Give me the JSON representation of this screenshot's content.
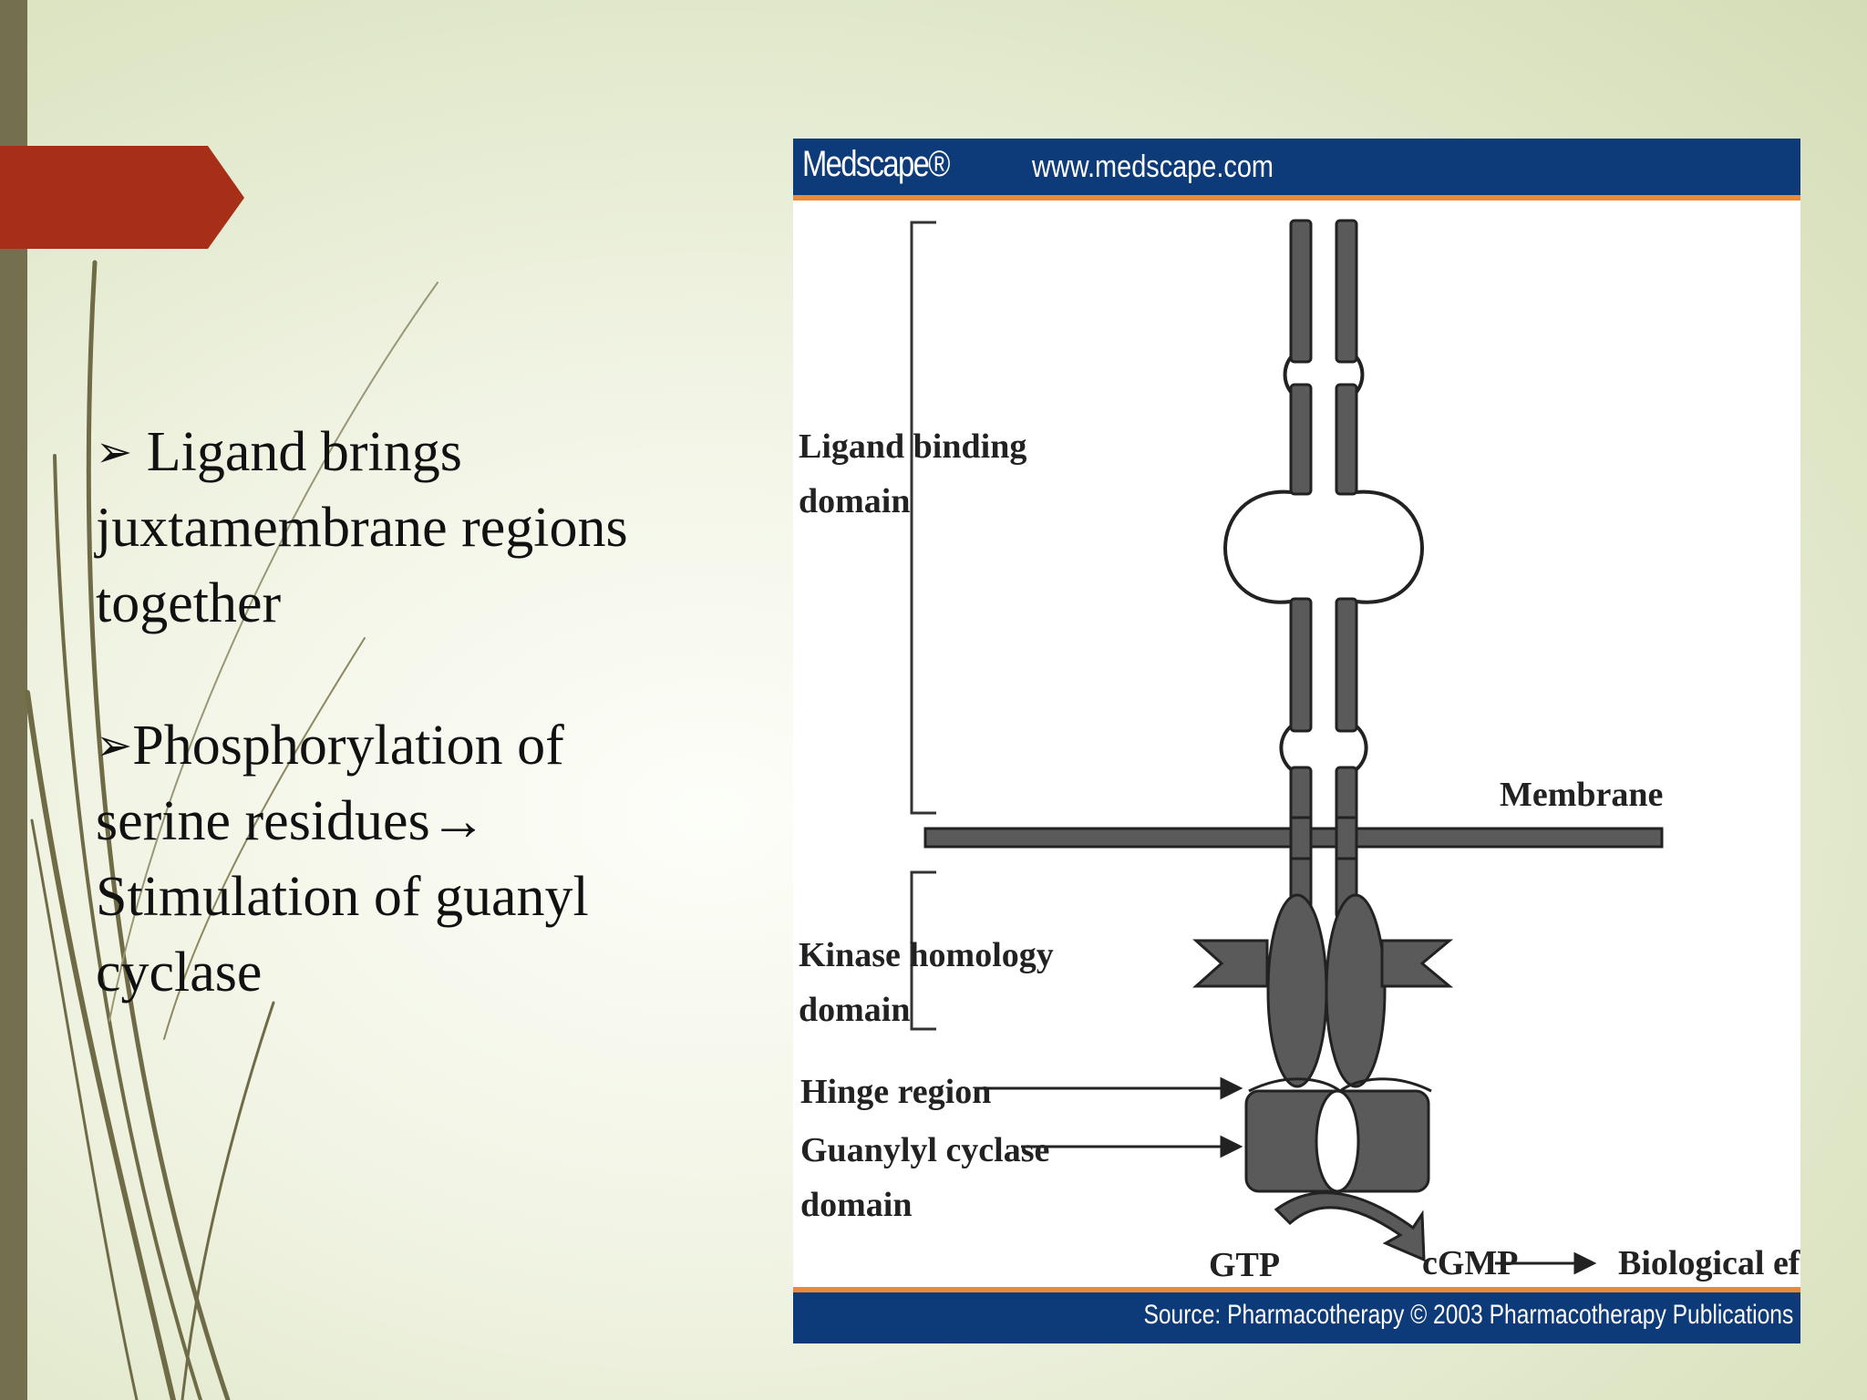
{
  "slide": {
    "bullets": [
      {
        "marker": "➢",
        "lines": [
          "Ligand brings",
          "juxtamembrane regions",
          "together"
        ]
      },
      {
        "marker": "➢",
        "lines": [
          "Phosphorylation of",
          "serine residues→",
          "Stimulation of guanyl",
          "cyclase"
        ]
      }
    ]
  },
  "figure": {
    "brand": "Medscape®",
    "url": "www.medscape.com",
    "source": "Source: Pharmacotherapy © 2003 Pharmacotherapy Publications",
    "labels": {
      "ligand_binding_1": "Ligand binding",
      "ligand_binding_2": "domain",
      "membrane": "Membrane",
      "kinase_1": "Kinase homology",
      "kinase_2": "domain",
      "hinge": "Hinge region",
      "cyclase_1": "Guanylyl cyclase",
      "cyclase_2": "domain",
      "gtp": "GTP",
      "cgmp": "cGMP",
      "effects": "Biological effects"
    }
  },
  "colors": {
    "accent_red": "#a82f17",
    "left_bar": "#74704f",
    "figure_header": "#0d3a78",
    "figure_stripe": "#e98a3b"
  }
}
